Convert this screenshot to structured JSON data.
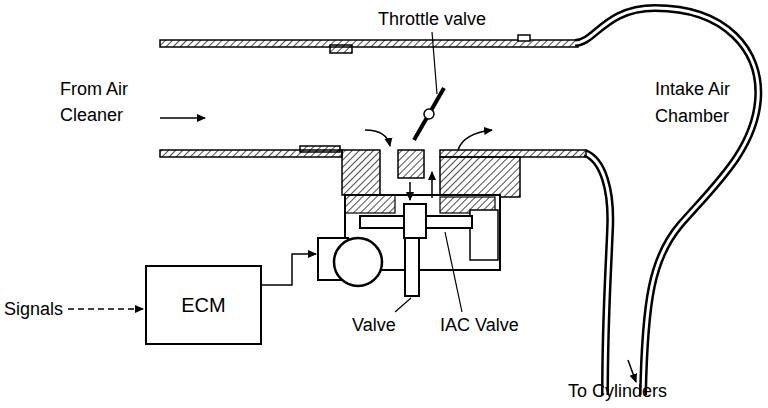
{
  "diagram": {
    "nodes": [
      {
        "text": [
          "ECM"
        ]
      }
    ],
    "labels": [
      "Throttle valve",
      "From Air Cleaner",
      "Intake Air Chamber",
      "Signals",
      "Valve",
      "IAC Valve",
      "To Cylinders"
    ]
  }
}
